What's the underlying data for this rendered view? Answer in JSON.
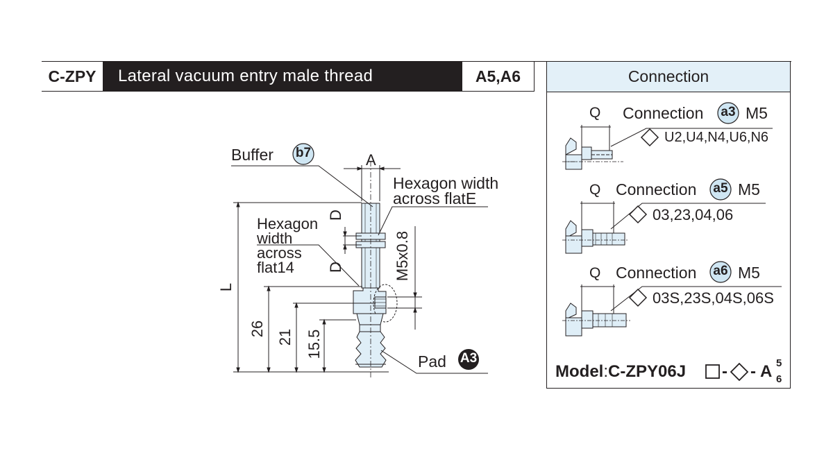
{
  "header": {
    "model_code": "C-ZPY",
    "title": "Lateral vacuum entry male thread",
    "size_code": "A5,A6"
  },
  "drawing": {
    "buffer_label": "Buffer",
    "buffer_badge": "b7",
    "dim_a": "A",
    "hex_e_line1": "Hexagon width",
    "hex_e_line2": "across flatE",
    "dim_d_top": "D",
    "hex14_line1": "Hexagon",
    "hex14_line2": "width",
    "hex14_line3": "across",
    "hex14_line4": "flat14",
    "dim_d_bottom": "D",
    "thread": "M5x0.8",
    "dim_l": "L",
    "dim_26": "26",
    "dim_21": "21",
    "dim_15_5": "15.5",
    "pad_label": "Pad",
    "pad_badge": "A3"
  },
  "connection_panel": {
    "title": "Connection",
    "options": [
      {
        "q": "Q",
        "label": "Connection",
        "badge": "a3",
        "thread": "M5",
        "codes": "U2,U4,N4,U6,N6"
      },
      {
        "q": "Q",
        "label": "Connection",
        "badge": "a5",
        "thread": "M5",
        "codes": "03,23,04,06"
      },
      {
        "q": "Q",
        "label": "Connection",
        "badge": "a6",
        "thread": "M5",
        "codes": "03S,23S,04S,06S"
      }
    ],
    "model_prefix": "Model",
    "model_colon": ":",
    "model_code": "C-ZPY06J",
    "model_sep1": "-",
    "model_sep2": "-",
    "model_a": "A",
    "model_sup": "5",
    "model_sub": "6"
  },
  "colors": {
    "ink": "#231f20",
    "part_fill": "#dfeef7",
    "panel_header": "#e3f0f8",
    "badge_fill": "#cfe6f3"
  }
}
